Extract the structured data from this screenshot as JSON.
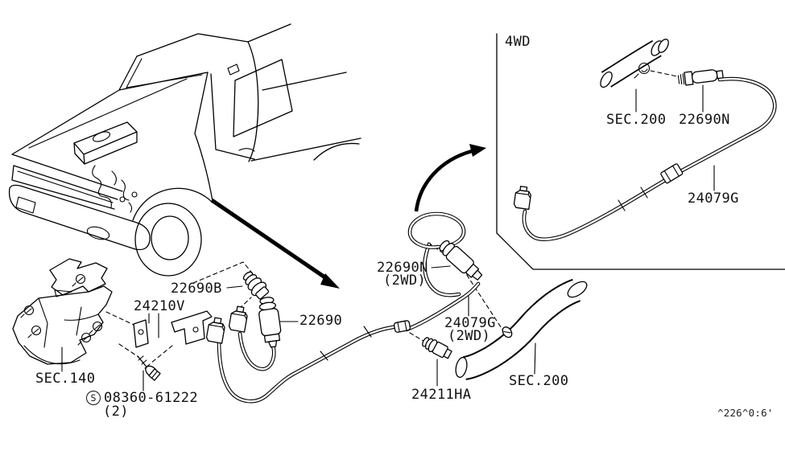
{
  "diagram": {
    "inset_title": "4WD",
    "drawing_code": "^226^0:6'",
    "callouts": {
      "sec140": "SEC.140",
      "screw_symbol": "S",
      "screw": "08360-61222",
      "screw_qty": "(2)",
      "grommet": "22690B",
      "bracket": "24210V",
      "o2_sensor": "22690",
      "o2_sensor_2wd": "22690N",
      "o2_sensor_2wd_variant": "(2WD)",
      "harness_2wd": "24079G",
      "harness_2wd_variant": "(2WD)",
      "exhaust_sensor": "24211HA",
      "sec200_2wd": "SEC.200",
      "sec200_4wd": "SEC.200",
      "o2_sensor_4wd": "22690N",
      "harness_4wd": "24079G"
    }
  }
}
